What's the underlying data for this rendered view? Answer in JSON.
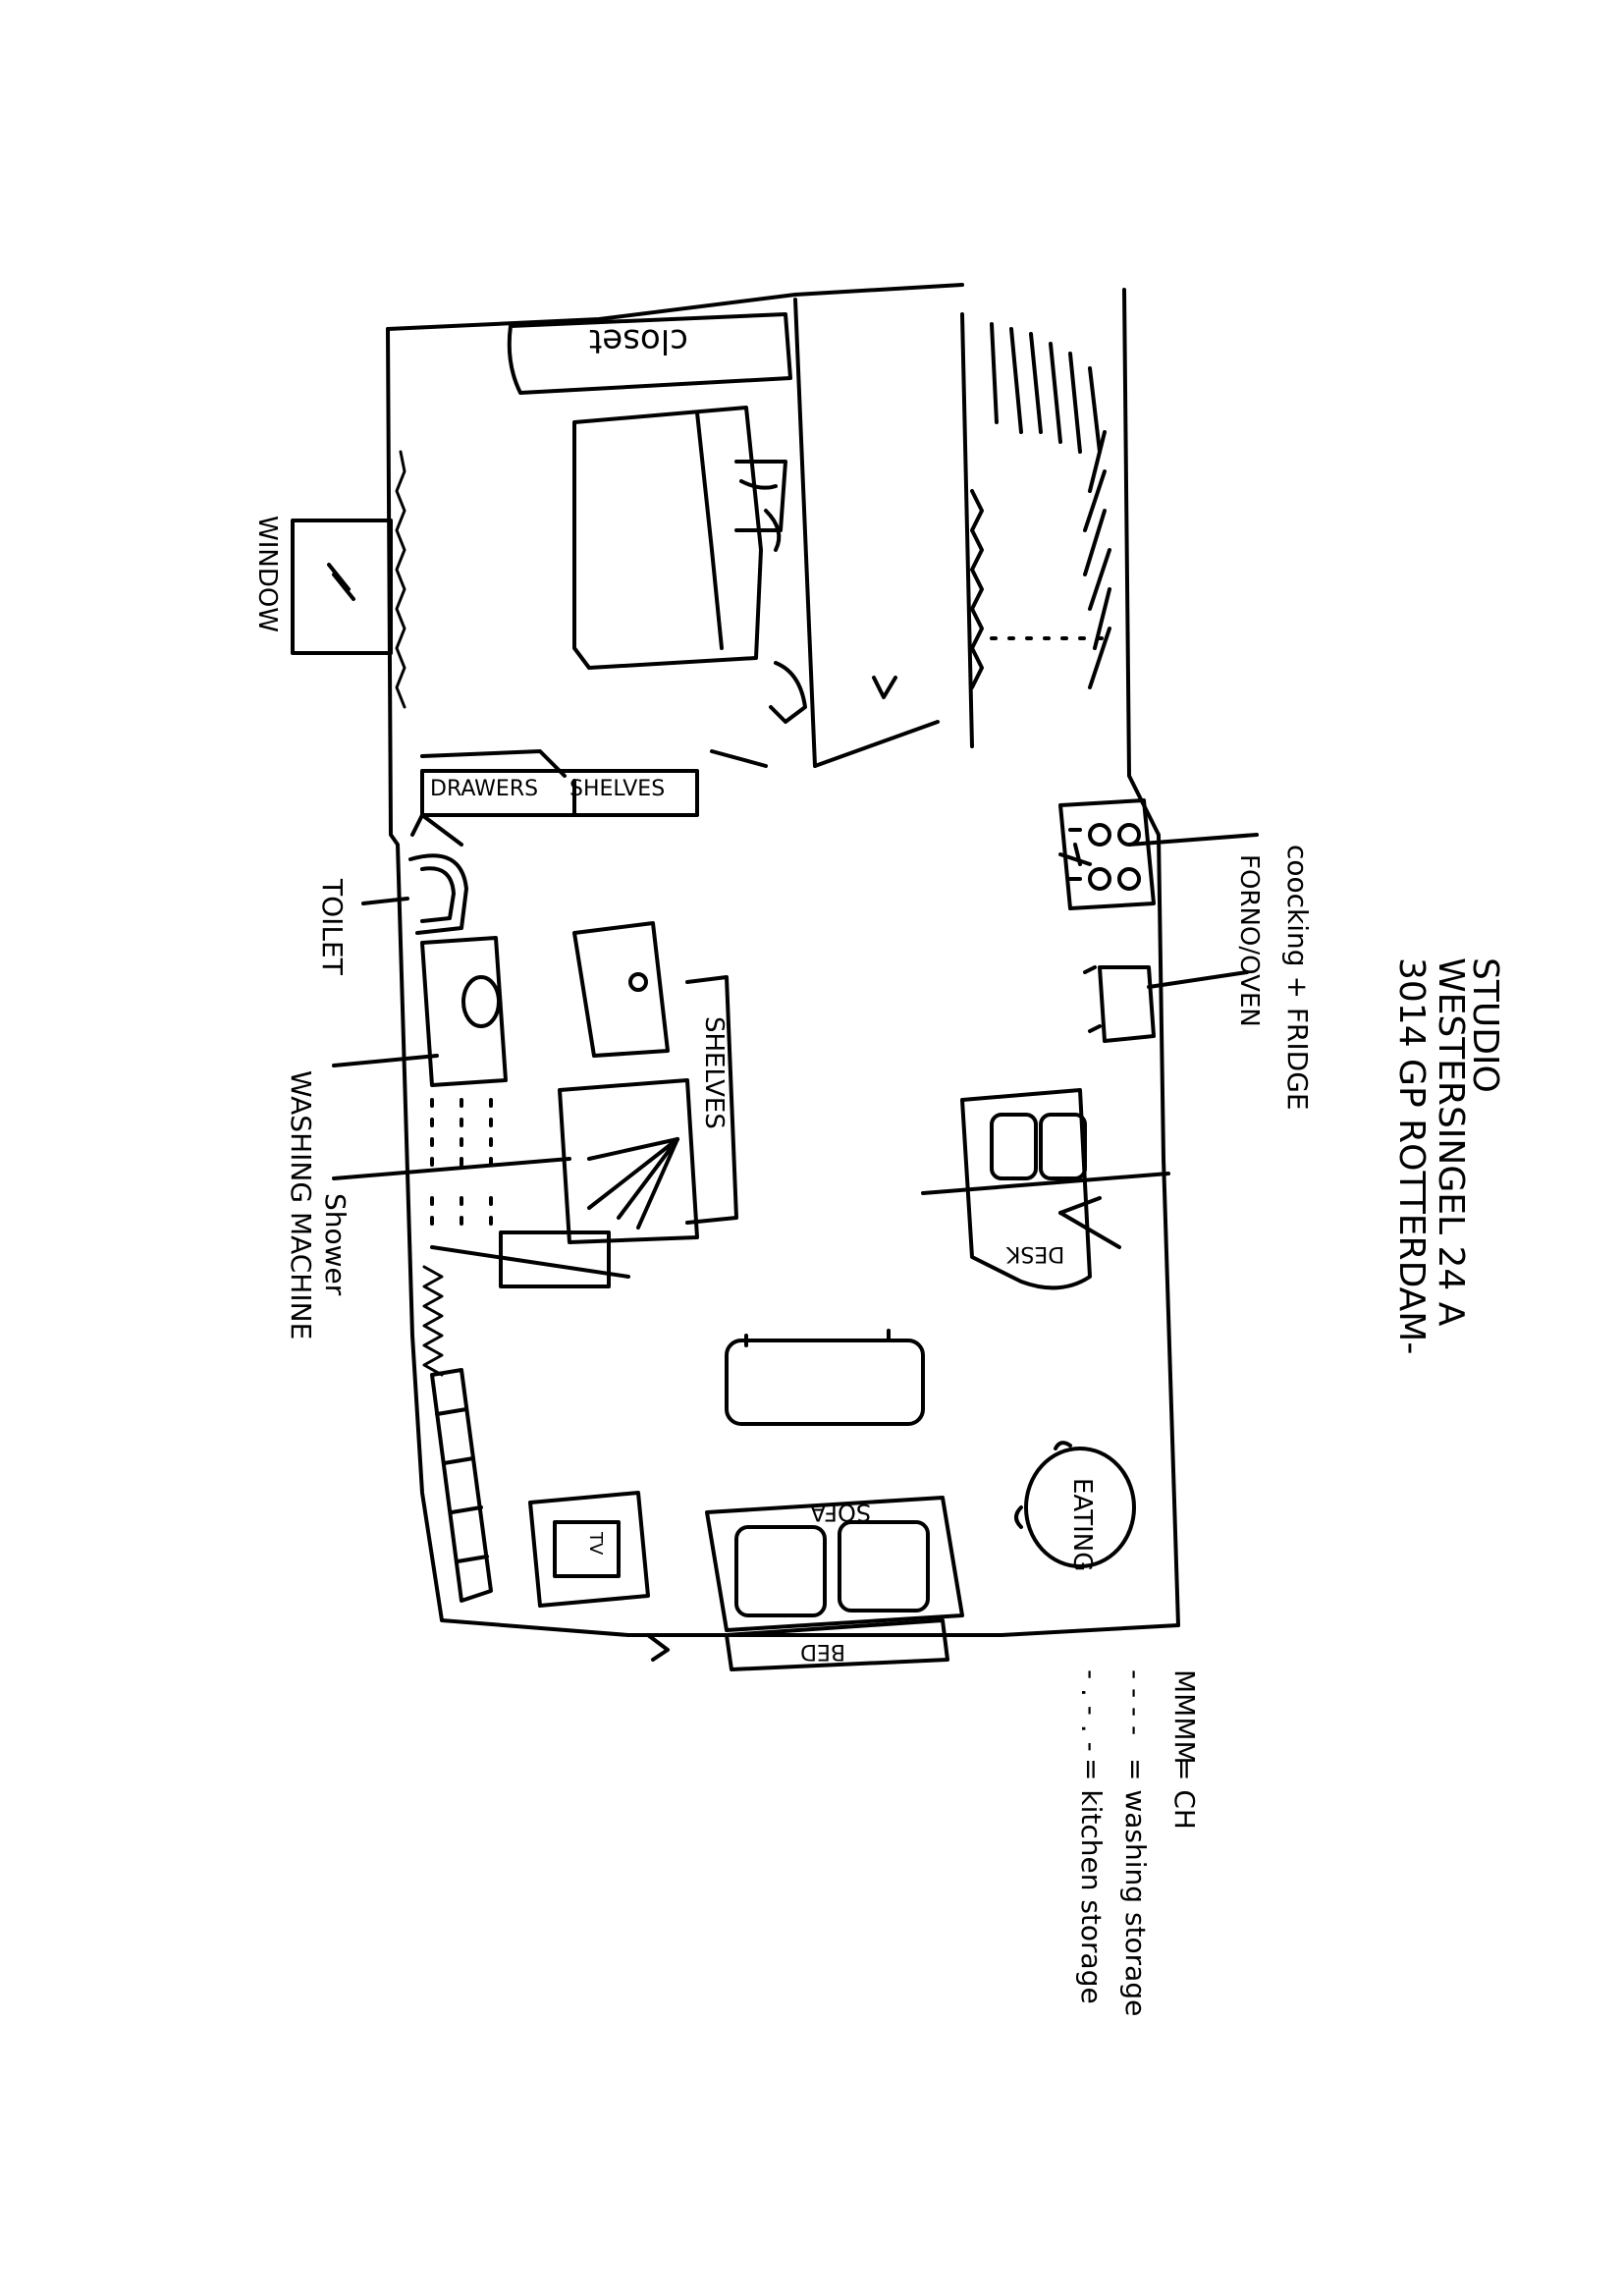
{
  "header": {
    "title": "STUDIO",
    "address_line1": "WESTERSINGEL 24 A",
    "address_line2": "3014 GP ROTTERDAM-"
  },
  "labels": {
    "closet": "closet",
    "window": "WINDOW",
    "drawers": "DRAWERS",
    "shelves_top": "SHELVES",
    "toilet": "TOILET",
    "shelves_bath": "SHELVES",
    "shower": "Shower",
    "washing_machine": "WASHING MACHINE",
    "cooking_fridge": "coocking + FRIDGE",
    "forno_oven": "FORNO/OVEN",
    "desk": "DESK",
    "eating": "EATING",
    "sofa": "SOFA",
    "tv": "TV",
    "bed": "BED"
  },
  "legend": {
    "items": [
      {
        "symbol": "MMMM",
        "text": "= CH"
      },
      {
        "symbol": "- - - -",
        "text": "= washing storage"
      },
      {
        "symbol": "- . - . -",
        "text": "= kitchen storage"
      }
    ]
  }
}
